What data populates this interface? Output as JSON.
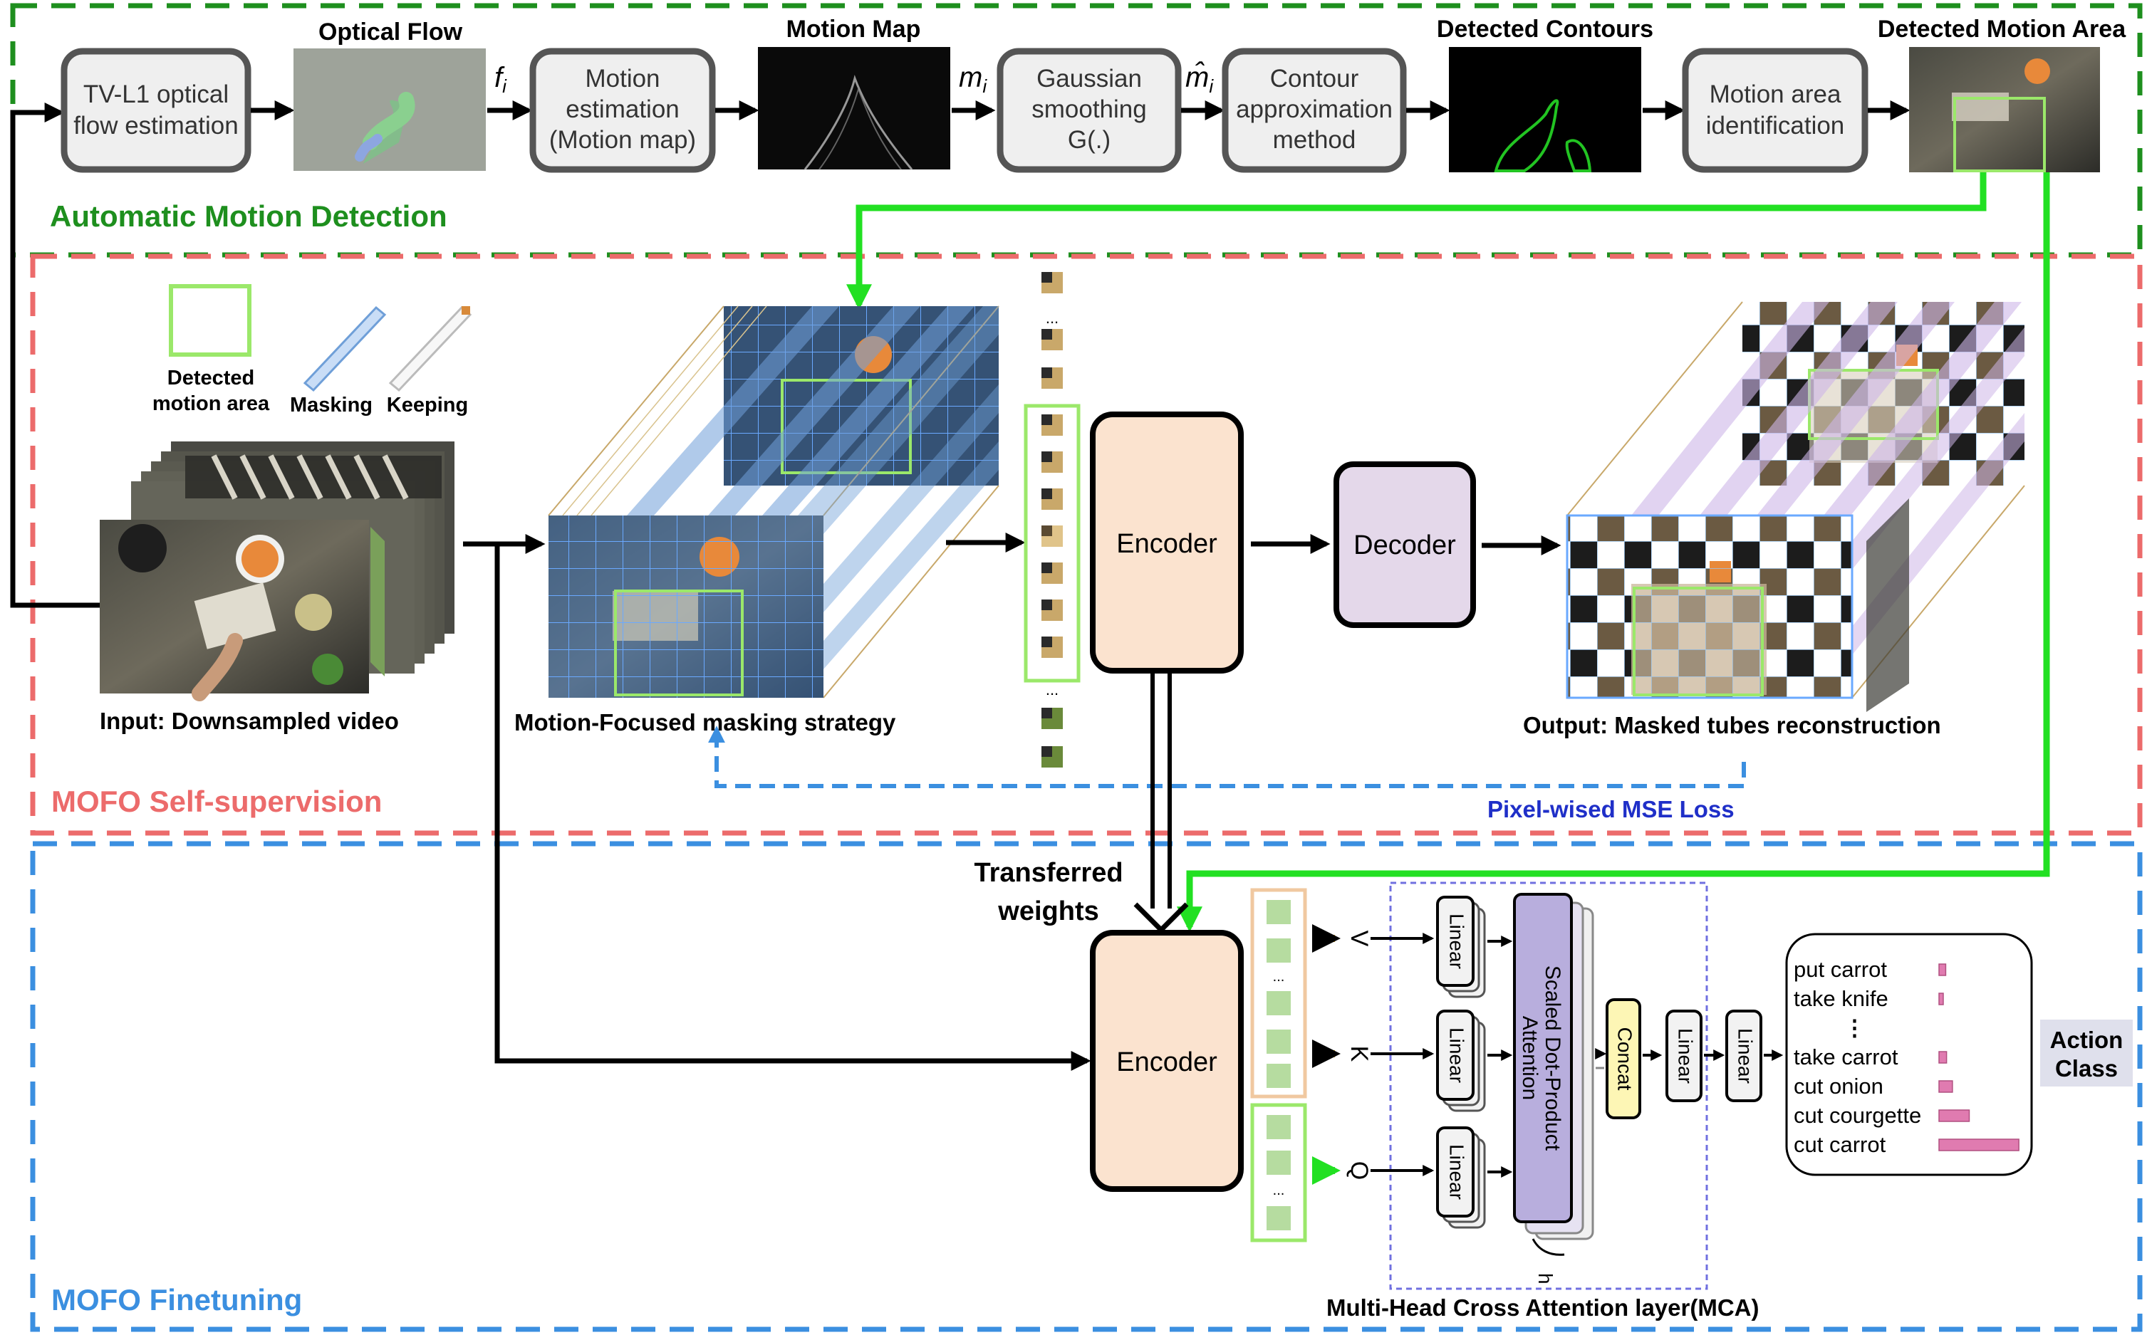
{
  "sections": {
    "detection": {
      "label": "Automatic Motion Detection",
      "color": "#1e8f1e"
    },
    "self_supervision": {
      "label": "MOFO Self-supervision",
      "color": "#ec6b6b"
    },
    "finetuning": {
      "label": "MOFO Finetuning",
      "color": "#3b8fe0"
    }
  },
  "pipeline": {
    "box_tvl1": [
      "TV-L1 optical",
      "flow estimation"
    ],
    "title_optical_flow": "Optical Flow",
    "sym_f": "f",
    "sym_f_sub": "i",
    "box_motion_est": [
      "Motion",
      "estimation",
      "(Motion map)"
    ],
    "title_motion_map": "Motion Map",
    "sym_m": "m",
    "sym_m_sub": "i",
    "box_gaussian": [
      "Gaussian",
      "smoothing",
      "G(.)"
    ],
    "sym_mhat": "m̂",
    "sym_mhat_sub": "i",
    "box_contour": [
      "Contour",
      "approximation",
      "method"
    ],
    "title_detected_contours": "Detected Contours",
    "box_motion_area": [
      "Motion area",
      "identification"
    ],
    "title_detected_motion_area": "Detected Motion Area"
  },
  "legend": {
    "detected_area": [
      "Detected",
      "motion area"
    ],
    "masking": "Masking",
    "keeping": "Keeping"
  },
  "self_supervision": {
    "input_caption": "Input: Downsampled video",
    "masking_caption": "Motion-Focused masking strategy",
    "encoder": "Encoder",
    "decoder": "Decoder",
    "output_caption": "Output: Masked tubes reconstruction",
    "loss_label": "Pixel-wised MSE Loss",
    "dots": "..."
  },
  "finetuning": {
    "transferred_weights": [
      "Transferred",
      "weights"
    ],
    "encoder": "Encoder",
    "v": "V",
    "k": "K",
    "q": "Q",
    "linear": "Linear",
    "sdpa": [
      "Scaled Dot-Product",
      "Attention"
    ],
    "concat": "Concat",
    "h": "h",
    "mca_caption": "Multi-Head Cross Attention layer(MCA)",
    "action_class": [
      "Action",
      "Class"
    ]
  },
  "chart_data": {
    "type": "bar",
    "categories": [
      "put carrot",
      "take knife",
      "⋮",
      "take carrot",
      "cut onion",
      "cut courgette",
      "cut carrot"
    ],
    "values": [
      0.08,
      0.04,
      null,
      0.09,
      0.16,
      0.36,
      0.95
    ],
    "color": "#e07bb0"
  },
  "colors": {
    "encoder_fill": "#fbe3cf",
    "decoder_fill": "#e4d8ea",
    "sdpa_fill": "#b8aedd",
    "concat_fill": "#fdf6b5",
    "green_arrow": "#22e022",
    "gold_arrow": "#d9a017",
    "loss_text": "#1f2fc8",
    "mask_blue": "#6f9fd8",
    "mask_violet": "#cdb6e8"
  }
}
